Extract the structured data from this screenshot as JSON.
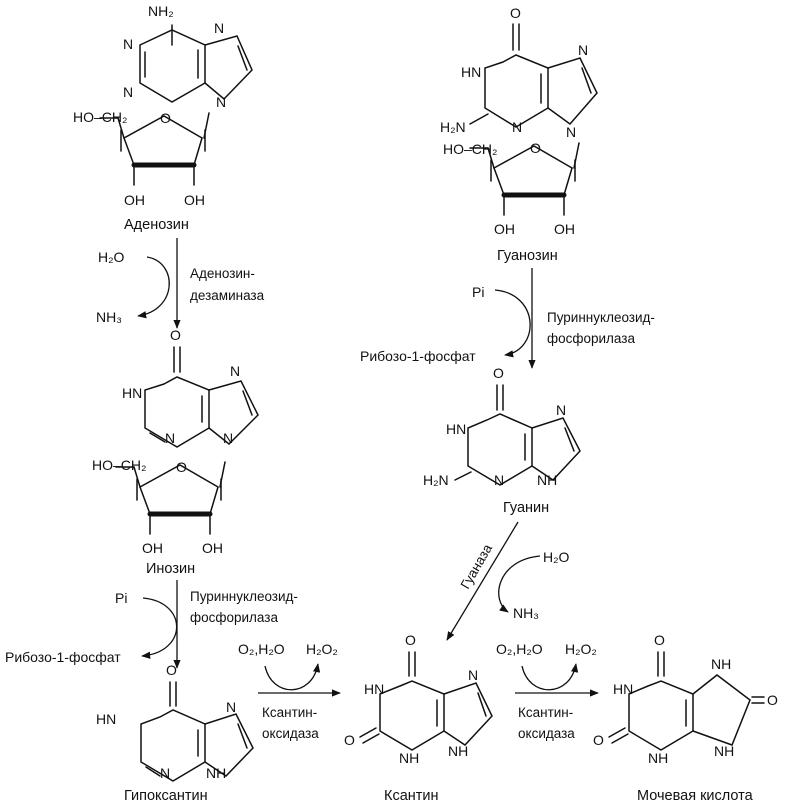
{
  "atoms": {
    "N": "N",
    "H": "H",
    "O": "O",
    "HN": "HN",
    "NH": "NH",
    "OH": "OH",
    "H2N": "H₂N",
    "NH2": "NH₂",
    "HO_CH2": "HO–CH₂"
  },
  "compounds": {
    "adenosine": "Аденозин",
    "guanosine": "Гуанозин",
    "inosine": "Инозин",
    "guanine": "Гуанин",
    "hypoxanthine": "Гипоксантин",
    "xanthine": "Ксантин",
    "uric_acid": "Мочевая кислота"
  },
  "enzymes": {
    "adenosine_deaminase": [
      "Аденозин-",
      "дезаминаза"
    ],
    "pnp_left": [
      "Пуриннуклеозид-",
      "фосфорилаза"
    ],
    "pnp_right": [
      "Пуриннуклеозид-",
      "фосфорилаза"
    ],
    "guanase": "Гуаназа",
    "xo_1": [
      "Ксантин-",
      "оксидаза"
    ],
    "xo_2": [
      "Ксантин-",
      "оксидаза"
    ]
  },
  "reagents": {
    "h2o": "H₂O",
    "nh3": "NH₃",
    "pi": "Pi",
    "ribose_1_phosphate": "Рибозо-1-фосфат",
    "o2_h2o": "O₂,H₂O",
    "h2o2": "H₂O₂"
  }
}
